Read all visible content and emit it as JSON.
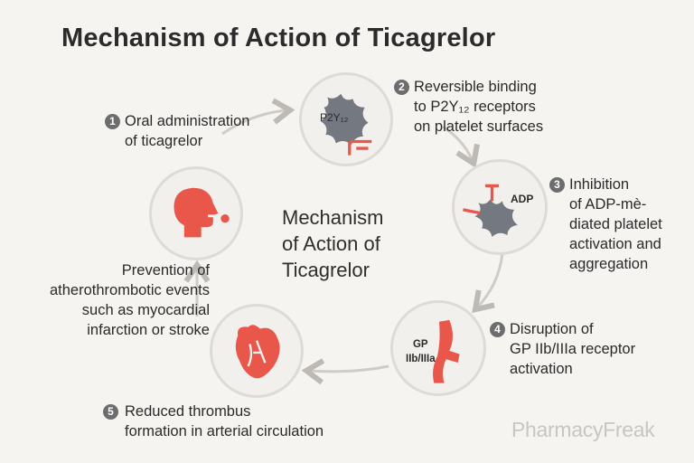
{
  "title": "Mechanism of Action of Ticagrelor",
  "center": {
    "line1": "Mechanism",
    "line2": "of Action of",
    "line3": "Ticagrelor"
  },
  "steps": [
    {
      "number": "1",
      "lines": [
        "Oral administration",
        "of ticagrelor"
      ]
    },
    {
      "number": "2",
      "lines": [
        "Reversible binding",
        "to P2Y₁₂ receptors",
        "on platelet surfaces"
      ]
    },
    {
      "number": "3",
      "lines": [
        "Inhibition",
        "of ADP-mè-",
        "diated platelet",
        "activation and",
        "aggregation"
      ]
    },
    {
      "number": "4",
      "lines": [
        "Disruption of",
        "GP IIb/IIIa receptor",
        "activation"
      ]
    },
    {
      "number": "5",
      "lines": [
        "Reduced thrombus",
        "formation in arterial circulation"
      ]
    }
  ],
  "prevention": {
    "lines": [
      "Prevention of",
      "atherothrombotic events",
      "such as myocardial",
      "infarction or stroke"
    ]
  },
  "icons": {
    "receptor_label": "P2Y₁₂",
    "adp_label": "ADP",
    "gp_label_1": "GP",
    "gp_label_2": "IIb/IIIa",
    "head": "head-profile-icon",
    "platelet": "platelet-icon",
    "artery": "artery-icon",
    "heart": "heart-icon"
  },
  "colors": {
    "accent_red": "#e8574a",
    "platelet_gray": "#737881",
    "number_badge": "#6d6d6d",
    "arrow": "#bdbab6"
  },
  "watermark": "PharmacyFreak"
}
